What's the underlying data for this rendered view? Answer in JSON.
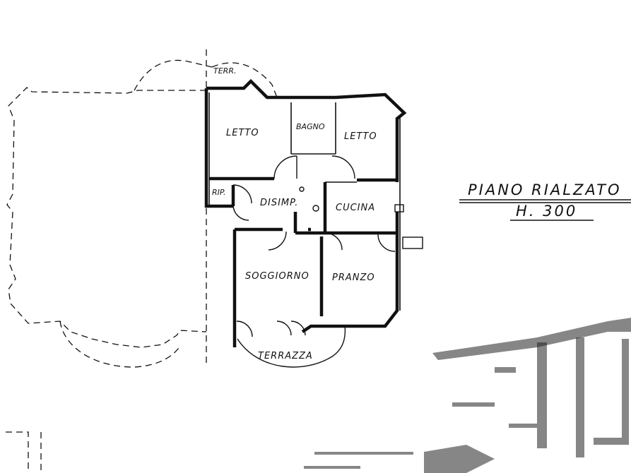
{
  "plan": {
    "title": "PIANO RIALZATO",
    "height_label": "H. 300"
  },
  "rooms": {
    "terr_top": "TERR.",
    "letto_left": "LETTO",
    "bagno": "BAGNO",
    "letto_right": "LETTO",
    "rip": "RIP.",
    "disimp": "DISIMP.",
    "cucina": "CUCINA",
    "soggiorno": "SOGGIORNO",
    "pranzo": "PRANZO",
    "terrazza": "TERRAZZA"
  }
}
